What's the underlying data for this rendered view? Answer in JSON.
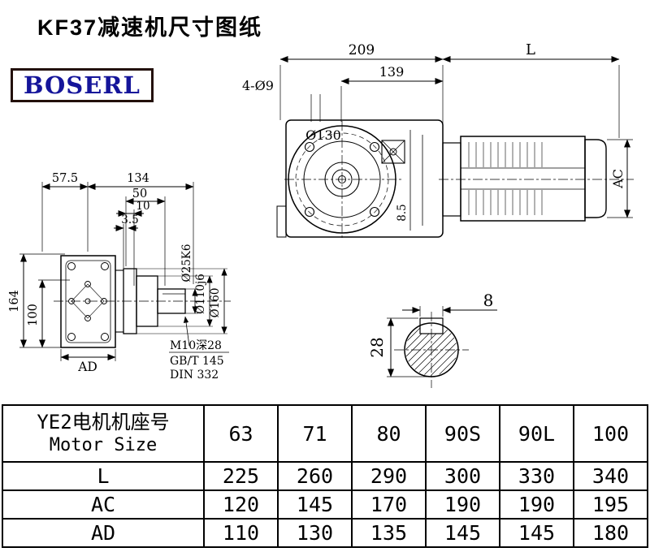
{
  "page": {
    "title": "KF37减速机尺寸图纸",
    "logo_text": "BOSERL"
  },
  "front_view": {
    "dim_total": "209",
    "dim_motor_length": "L",
    "dim_flange": "139",
    "bolt_holes": "4-Ø9",
    "flange_dia": "Ø130",
    "gap": "8.5",
    "motor_height": "AC"
  },
  "side_view": {
    "dim_a": "57.5",
    "dim_b": "134",
    "dim_c": "50",
    "dim_d": "10",
    "dim_e": "3.5",
    "dim_height": "164",
    "dim_inner_height": "100",
    "dim_ad": "AD",
    "shaft_dia": "Ø25K6",
    "spigot_dia": "Ø110j6",
    "flange_od": "Ø160",
    "note_tap": "M10深28",
    "note_gb": "GB/T 145",
    "note_din": "DIN 332"
  },
  "key_view": {
    "key_width": "8",
    "key_height": "28"
  },
  "table": {
    "header_line1": "YE2电机机座号",
    "header_line2": "Motor Size",
    "columns": [
      "63",
      "71",
      "80",
      "90S",
      "90L",
      "100"
    ],
    "rows": [
      {
        "label": "L",
        "values": [
          "225",
          "260",
          "290",
          "300",
          "330",
          "340"
        ]
      },
      {
        "label": "AC",
        "values": [
          "120",
          "145",
          "170",
          "190",
          "190",
          "195"
        ]
      },
      {
        "label": "AD",
        "values": [
          "110",
          "130",
          "135",
          "145",
          "145",
          "180"
        ]
      }
    ]
  }
}
